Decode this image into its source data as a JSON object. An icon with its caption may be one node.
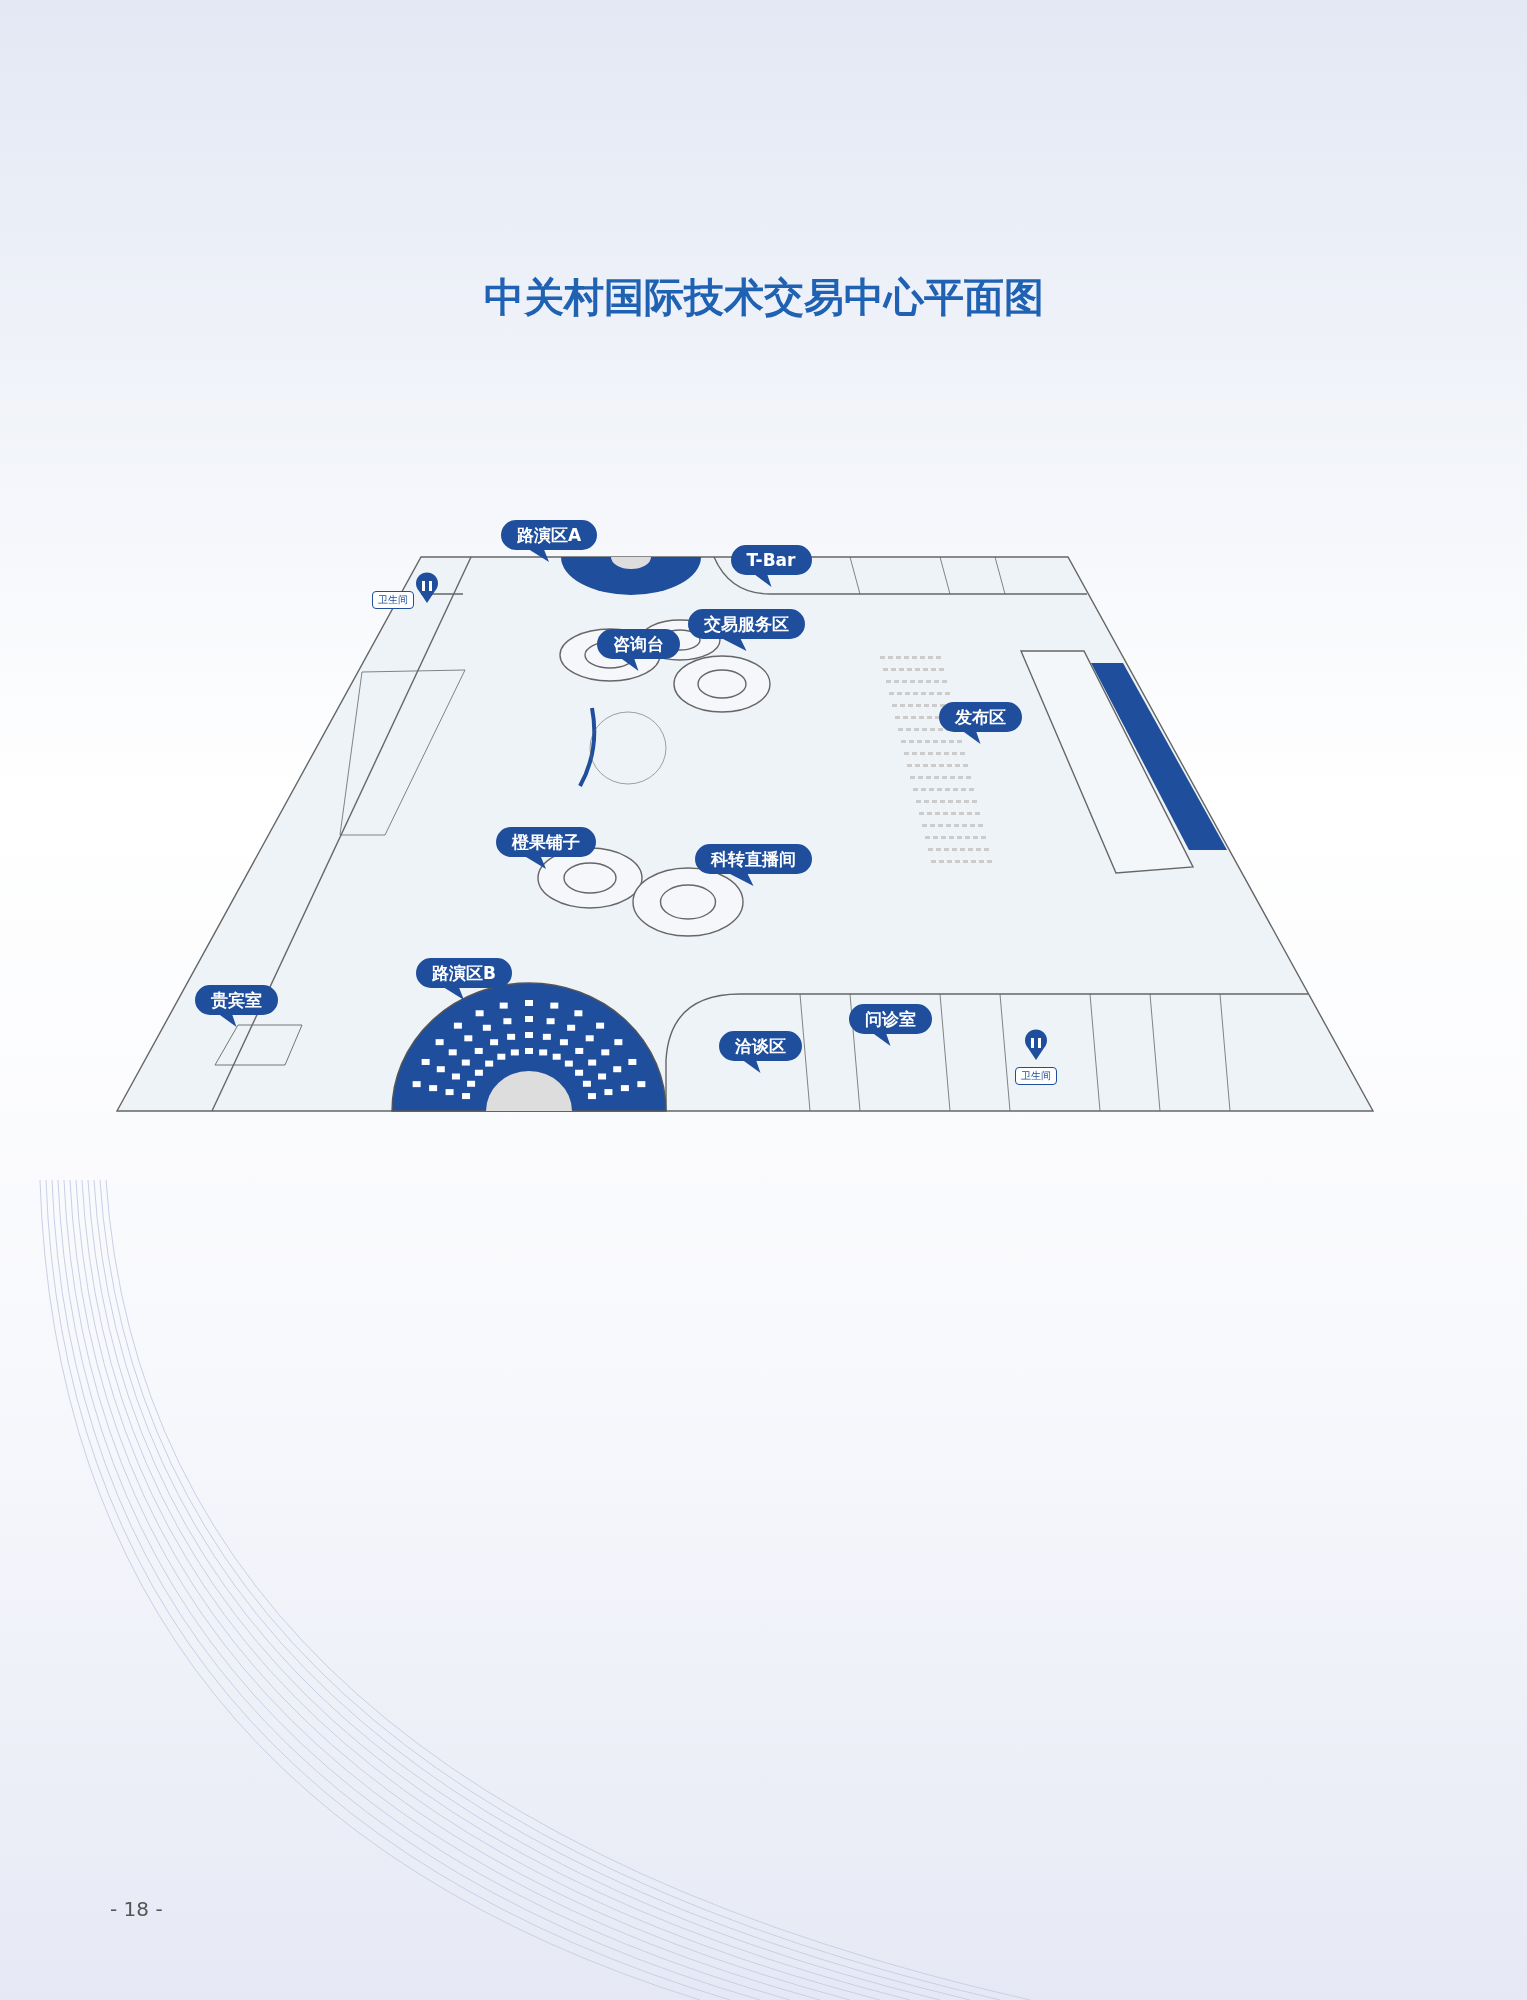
{
  "diagram": {
    "title": "中关村国际技术交易中心平面图",
    "nodes": [
      {
        "text": [
          "路演区A"
        ]
      },
      {
        "text": [
          "T-Bar"
        ]
      },
      {
        "text": [
          "交易服务区"
        ]
      },
      {
        "text": [
          "咨询台"
        ]
      },
      {
        "text": [
          "发布区"
        ]
      },
      {
        "text": [
          "橙果铺子"
        ]
      },
      {
        "text": [
          "科转直播间"
        ]
      },
      {
        "text": [
          "路演区B"
        ]
      },
      {
        "text": [
          "贵宾室"
        ]
      },
      {
        "text": [
          "问诊室"
        ]
      },
      {
        "text": [
          "洽谈区"
        ]
      },
      {
        "text": [
          "卫生间"
        ]
      },
      {
        "text": [
          "卫生间"
        ]
      }
    ],
    "labels": [
      "- 18 -"
    ]
  }
}
